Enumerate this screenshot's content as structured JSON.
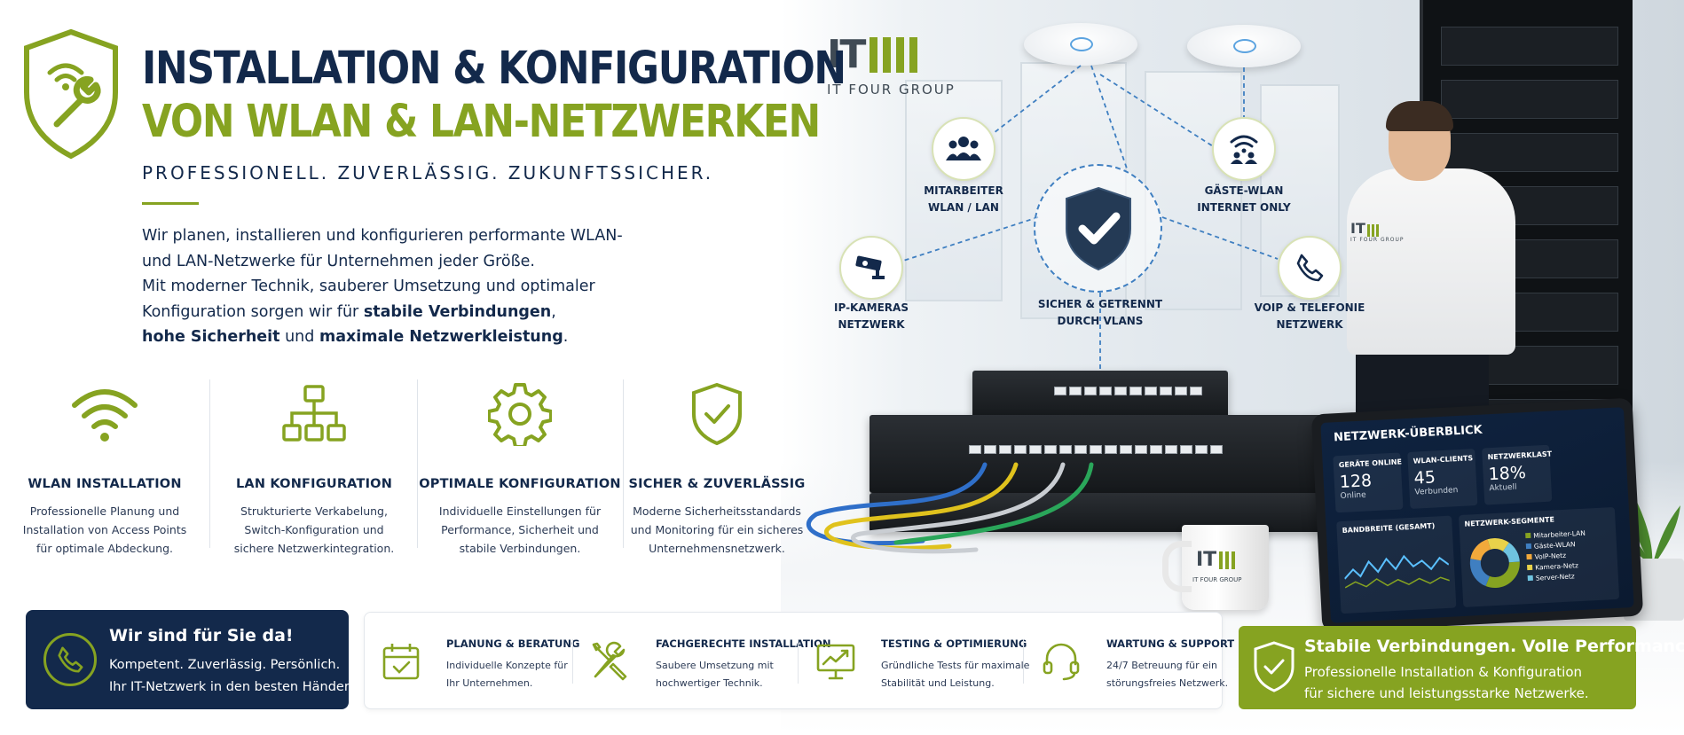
{
  "header": {
    "title_line1": "INSTALLATION & KONFIGURATION",
    "title_line2": "VON WLAN & LAN-NETZWERKEN",
    "tagline": "PROFESSIONELL. ZUVERLÄSSIG. ZUKUNFTSSICHER.",
    "intro": {
      "l1": "Wir planen, installieren und konfigurieren performante WLAN-",
      "l2": "und LAN-Netzwerke für Unternehmen jeder Größe.",
      "l3": "Mit moderner Technik, sauberer Umsetzung und optimaler",
      "l4_pre": "Konfiguration sorgen wir für ",
      "l4_bold": "stabile Verbindungen",
      "l4_post": ",",
      "l5_bold1": "hohe Sicherheit",
      "l5_mid": " und ",
      "l5_bold2": "maximale Netzwerkleistung",
      "l5_post": "."
    }
  },
  "brand": {
    "mark": "IT",
    "name": "IT FOUR GROUP"
  },
  "colors": {
    "navy": "#13294b",
    "green": "#86a321",
    "blue": "#3f7fc1"
  },
  "features": [
    {
      "icon": "wifi-icon",
      "title": "WLAN INSTALLATION",
      "l1": "Professionelle Planung und",
      "l2": "Installation von Access Points",
      "l3": "für optimale Abdeckung."
    },
    {
      "icon": "network-tree-icon",
      "title": "LAN KONFIGURATION",
      "l1": "Strukturierte Verkabelung,",
      "l2": "Switch-Konfiguration und",
      "l3": "sichere Netzwerkintegration."
    },
    {
      "icon": "gear-icon",
      "title": "OPTIMALE KONFIGURATION",
      "l1": "Individuelle Einstellungen für",
      "l2": "Performance, Sicherheit und",
      "l3": "stabile Verbindungen."
    },
    {
      "icon": "shield-check-icon",
      "title": "SICHER & ZUVERLÄSSIG",
      "l1": "Moderne Sicherheitsstandards",
      "l2": "und Monitoring für ein sicheres",
      "l3": "Unternehmensnetzwerk."
    }
  ],
  "diagram": {
    "nodes": [
      {
        "icon": "users-icon",
        "l1": "MITARBEITER",
        "l2": "WLAN / LAN"
      },
      {
        "icon": "guest-wifi-icon",
        "l1": "GÄSTE-WLAN",
        "l2": "INTERNET ONLY"
      },
      {
        "icon": "camera-icon",
        "l1": "IP-KAMERAS",
        "l2": "NETZWERK"
      },
      {
        "icon": "phone-icon",
        "l1": "VOIP & TELEFONIE",
        "l2": "NETZWERK"
      }
    ],
    "center": {
      "icon": "shield-check-icon",
      "l1": "SICHER & GETRENNT",
      "l2": "DURCH VLANS"
    }
  },
  "dashboard": {
    "title": "NETZWERK-ÜBERBLICK",
    "stats": [
      {
        "label": "GERÄTE ONLINE",
        "value": "128",
        "unit": "Online"
      },
      {
        "label": "WLAN-CLIENTS",
        "value": "45",
        "unit": "Verbunden"
      },
      {
        "label": "NETZWERKLAST",
        "value": "18%",
        "unit": "Aktuell"
      }
    ],
    "bandwidth_label": "BANDBREITE (GESAMT)",
    "segments_label": "NETZWERK-SEGMENTE",
    "segments": [
      "Mitarbeiter-LAN",
      "Gäste-WLAN",
      "VoIP-Netz",
      "Kamera-Netz",
      "Server-Netz"
    ],
    "segment_colors": [
      "#86a321",
      "#3f7fc1",
      "#f2a93b",
      "#e9d24a",
      "#6fc3df"
    ]
  },
  "contact": {
    "title": "Wir sind für Sie da!",
    "l1": "Kompetent. Zuverlässig. Persönlich.",
    "l2": "Ihr IT-Netzwerk in den besten Händen."
  },
  "steps": [
    {
      "icon": "calendar-check-icon",
      "title": "PLANUNG & BERATUNG",
      "l1": "Individuelle Konzepte für",
      "l2": "Ihr Unternehmen."
    },
    {
      "icon": "tools-icon",
      "title": "FACHGERECHTE INSTALLATION",
      "l1": "Saubere Umsetzung mit",
      "l2": "hochwertiger Technik."
    },
    {
      "icon": "monitor-chart-icon",
      "title": "TESTING & OPTIMIERUNG",
      "l1": "Gründliche Tests für maximale",
      "l2": "Stabilität und Leistung."
    },
    {
      "icon": "headset-icon",
      "title": "WARTUNG & SUPPORT",
      "l1": "24/7 Betreuung für ein",
      "l2": "störungsfreies Netzwerk."
    }
  ],
  "closing": {
    "title": "Stabile Verbindungen. Volle Performance.",
    "l1": "Professionelle Installation & Konfiguration",
    "l2": "für sichere und leistungsstarke Netzwerke."
  }
}
